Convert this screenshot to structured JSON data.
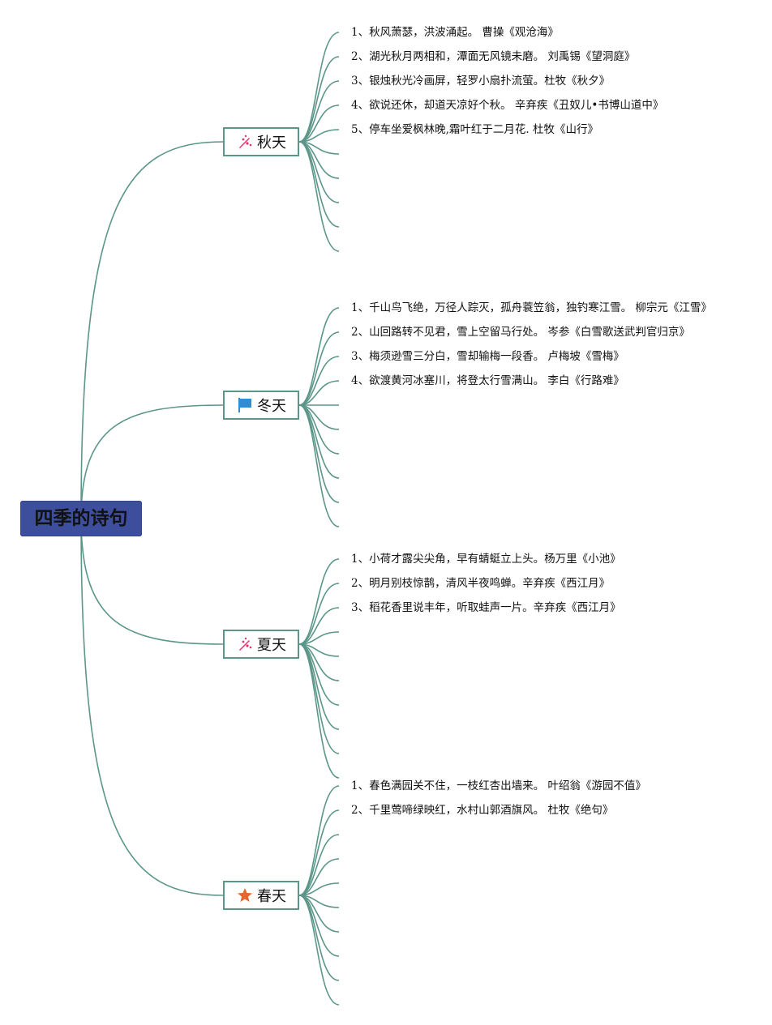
{
  "title": "四季的诗句",
  "branches": [
    {
      "label": "秋天",
      "icon": "sparkle-icon",
      "items": [
        "1、秋风萧瑟，洪波涌起。 曹操《观沧海》",
        "2、湖光秋月两相和，潭面无风镜未磨。 刘禹锡《望洞庭》",
        "3、银烛秋光冷画屏，轻罗小扇扑流萤。杜牧《秋夕》",
        "4、欲说还休，却道天凉好个秋。 辛弃疾《丑奴儿•书博山道中》",
        "5、停车坐爱枫林晚,霜叶红于二月花. 杜牧《山行》"
      ]
    },
    {
      "label": "冬天",
      "icon": "flag-icon",
      "items": [
        "1、千山鸟飞绝，万径人踪灭，孤舟蓑笠翁，独钓寒江雪。 柳宗元《江雪》",
        "2、山回路转不见君，雪上空留马行处。 岑参《白雪歌送武判官归京》",
        "3、梅须逊雪三分白，雪却输梅一段香。 卢梅坡《雪梅》",
        "4、欲渡黄河冰塞川，将登太行雪满山。 李白《行路难》"
      ]
    },
    {
      "label": "夏天",
      "icon": "sparkle-icon",
      "items": [
        "1、小荷才露尖尖角，早有蜻蜓立上头。杨万里《小池》",
        "2、明月别枝惊鹊，清风半夜鸣蝉。辛弃疾《西江月》",
        "3、稻花香里说丰年，听取蛙声一片。辛弃疾《西江月》"
      ]
    },
    {
      "label": "春天",
      "icon": "star-icon",
      "items": [
        "1、春色满园关不住，一枝红杏出墙来。 叶绍翁《游园不值》",
        "2、千里莺啼绿映红，水村山郭酒旗风。 杜牧《绝句》"
      ]
    }
  ],
  "colors": {
    "root_fill": "#3d4f9c",
    "line": "#5c9689",
    "sparkle": "#e0336e",
    "flag": "#2e8fd6",
    "star": "#e6672e"
  }
}
